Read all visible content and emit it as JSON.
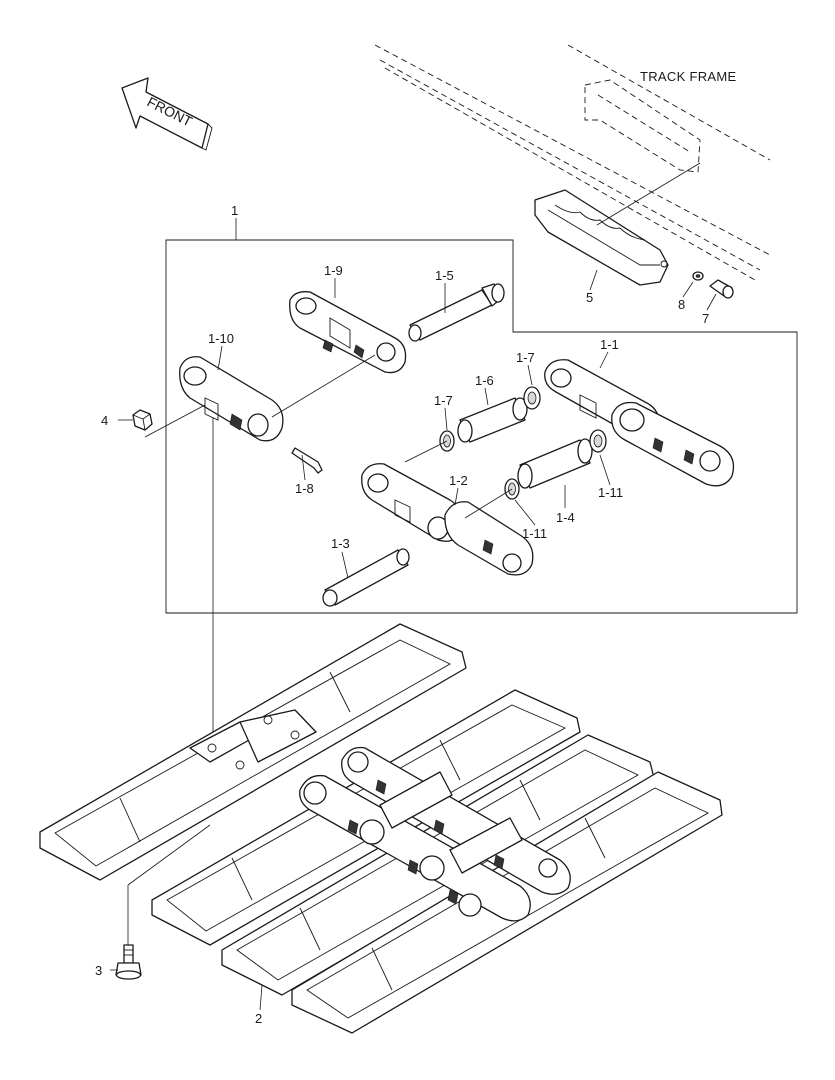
{
  "figure": {
    "direction_arrow": "FRONT",
    "frame_label": "TRACK FRAME"
  },
  "callouts": {
    "c1": "1",
    "c1_1": "1-1",
    "c1_2": "1-2",
    "c1_3": "1-3",
    "c1_4": "1-4",
    "c1_5": "1-5",
    "c1_6": "1-6",
    "c1_7a": "1-7",
    "c1_7b": "1-7",
    "c1_8": "1-8",
    "c1_9": "1-9",
    "c1_10": "1-10",
    "c1_11a": "1-11",
    "c1_11b": "1-11",
    "c2": "2",
    "c3": "3",
    "c4": "4",
    "c5": "5",
    "c7": "7",
    "c8": "8"
  }
}
